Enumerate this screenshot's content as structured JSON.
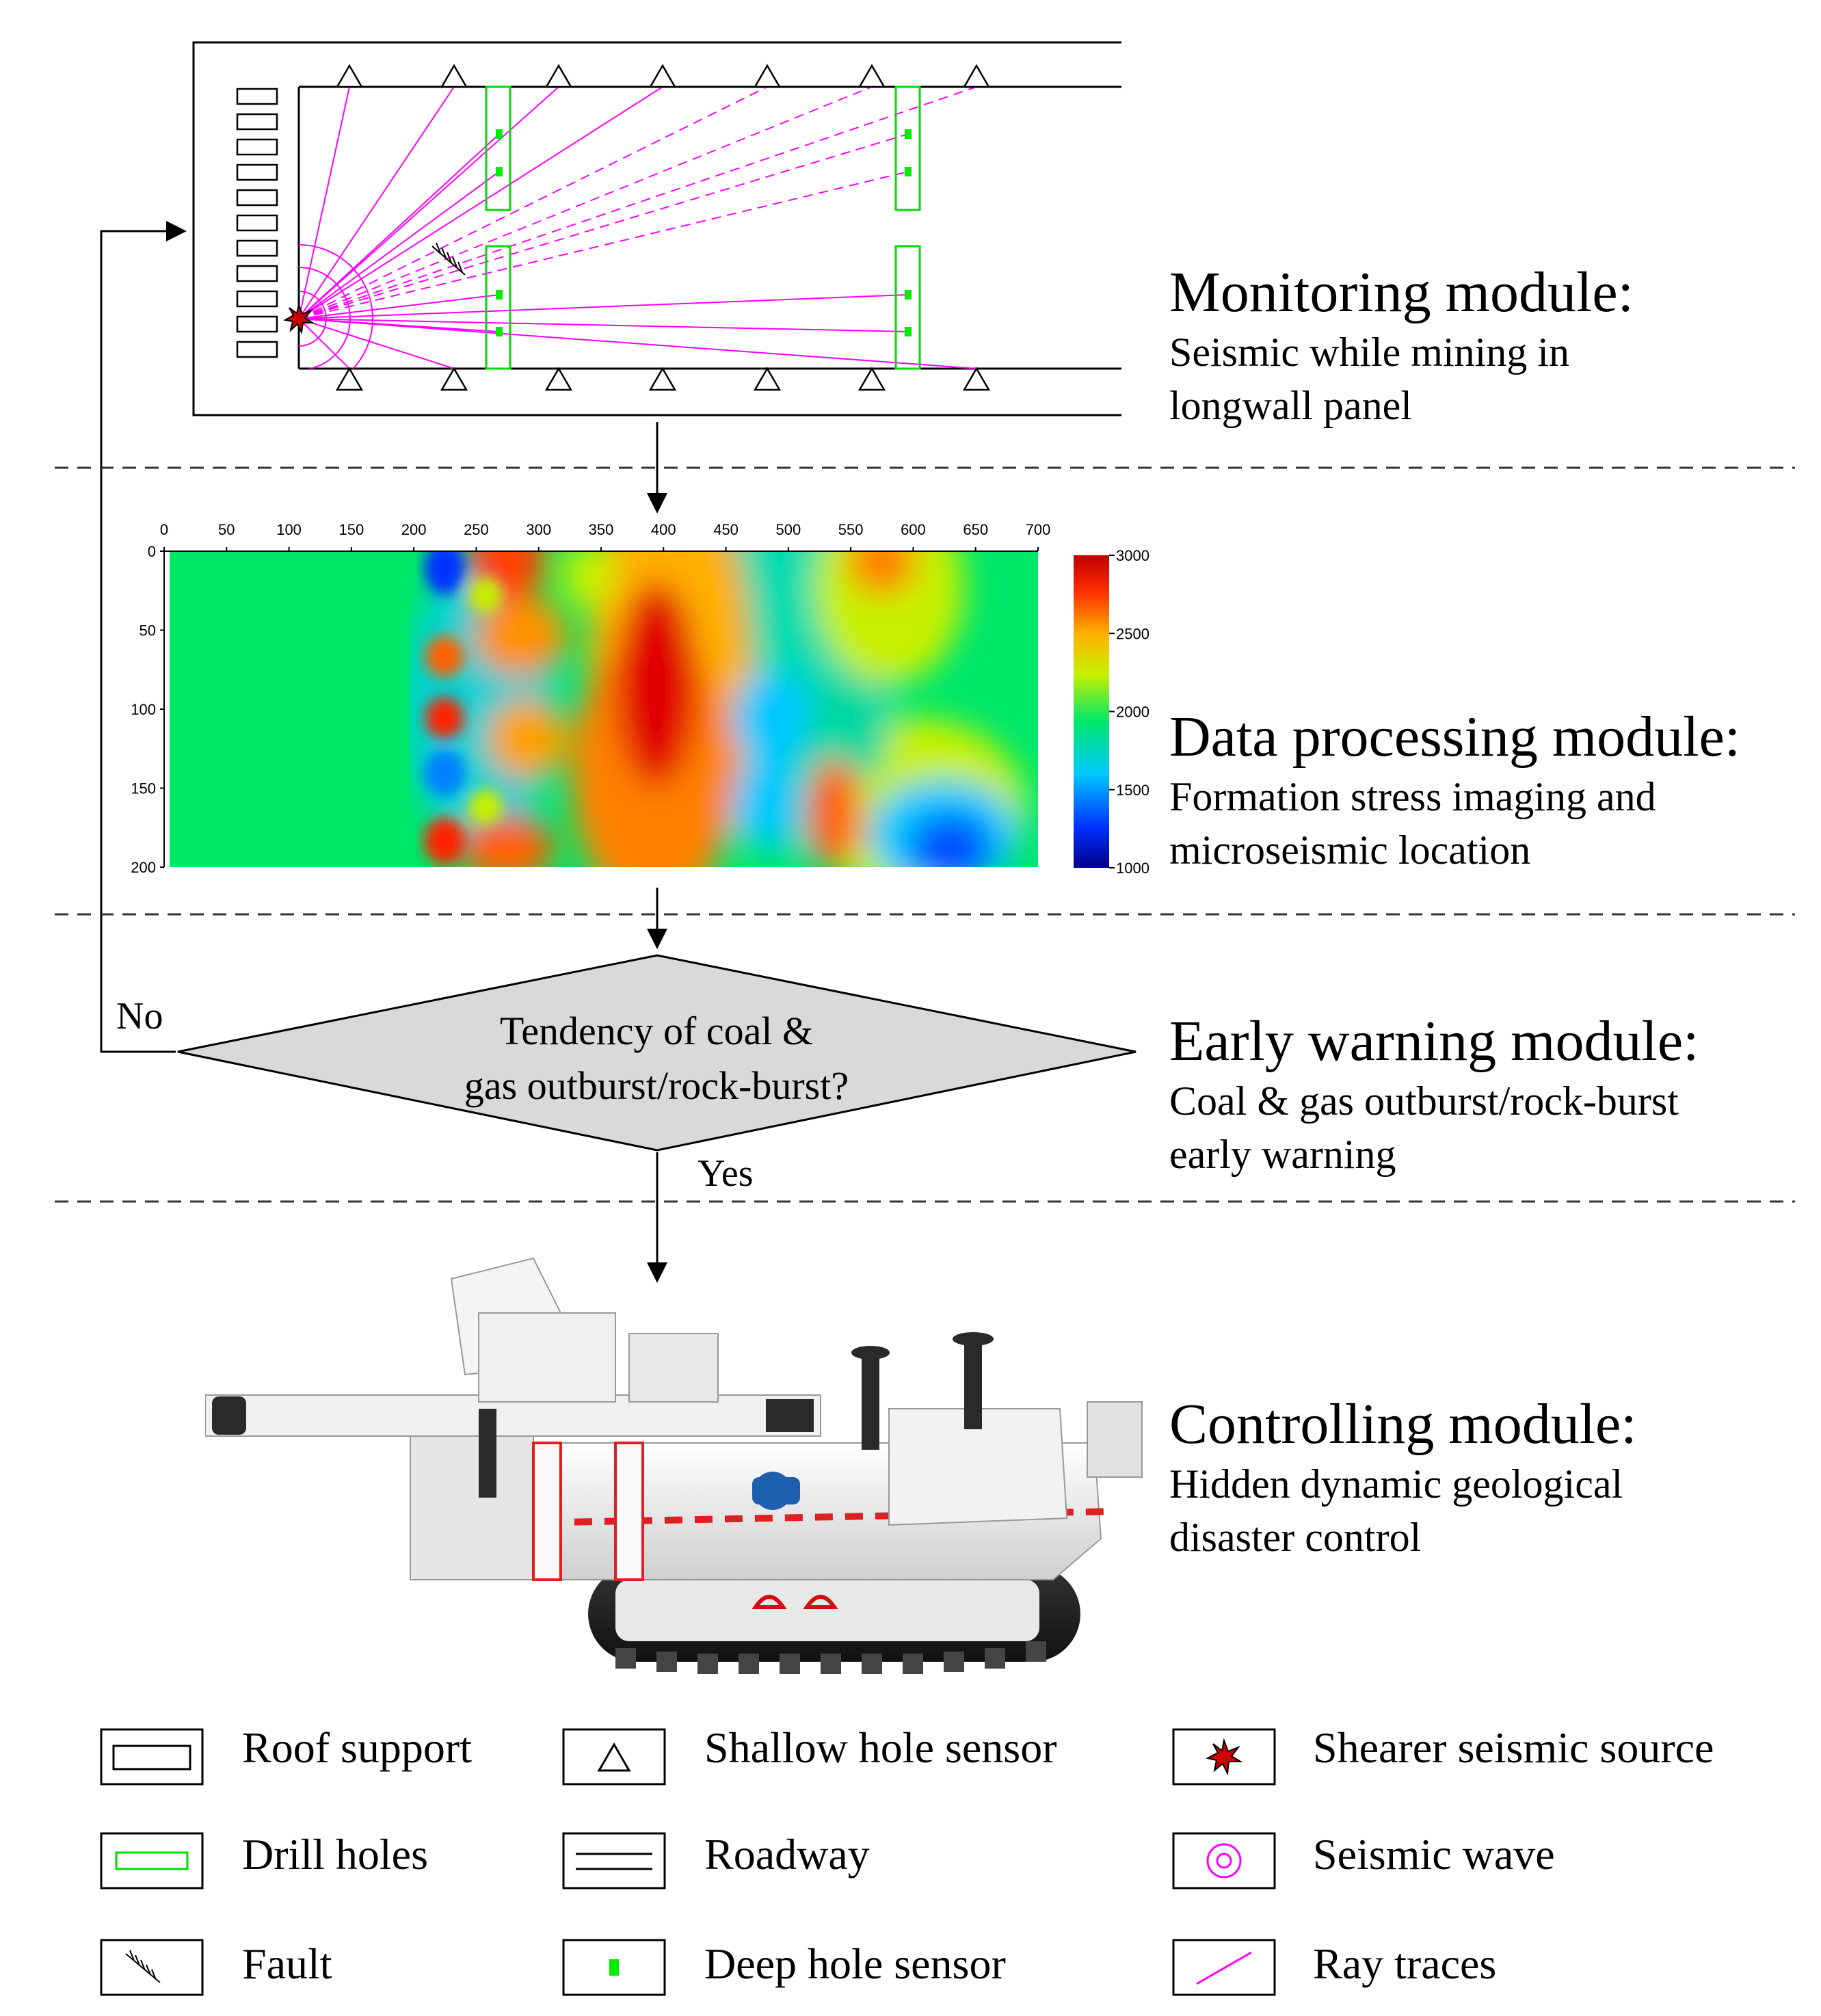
{
  "modules": [
    {
      "title": "Monitoring module:",
      "desc": [
        "Seismic while mining in",
        "longwall panel"
      ]
    },
    {
      "title": "Data processing module:",
      "desc": [
        "Formation stress imaging and",
        "microseismic location"
      ]
    },
    {
      "title": "Early warning module:",
      "desc": [
        "Coal & gas outburst/rock-burst",
        "early warning"
      ]
    },
    {
      "title": "Controlling module:",
      "desc": [
        "Hidden dynamic geological",
        "disaster control"
      ]
    }
  ],
  "decision": {
    "question": [
      "Tendency of coal &",
      "gas outburst/rock-burst?"
    ],
    "no": "No",
    "yes": "Yes"
  },
  "heatmap": {
    "x_ticks": [
      "0",
      "50",
      "100",
      "150",
      "200",
      "250",
      "300",
      "350",
      "400",
      "450",
      "500",
      "550",
      "600",
      "650",
      "700"
    ],
    "y_ticks": [
      "0",
      "50",
      "100",
      "150",
      "200"
    ],
    "colorbar_ticks": [
      "3000",
      "2500",
      "2000",
      "1500",
      "1000"
    ],
    "colorbar_range": [
      1000,
      3000
    ],
    "colors": {
      "low": "#0020c8",
      "mid": "#00e86a",
      "high": "#e00000"
    }
  },
  "legend": [
    {
      "icon": "roof-support-icon",
      "label": "Roof support"
    },
    {
      "icon": "shallow-hole-sensor-icon",
      "label": "Shallow hole sensor"
    },
    {
      "icon": "shearer-seismic-source-icon",
      "label": "Shearer seismic source"
    },
    {
      "icon": "drill-holes-icon",
      "label": "Drill holes"
    },
    {
      "icon": "roadway-icon",
      "label": "Roadway"
    },
    {
      "icon": "seismic-wave-icon",
      "label": "Seismic wave"
    },
    {
      "icon": "fault-icon",
      "label": "Fault"
    },
    {
      "icon": "deep-hole-sensor-icon",
      "label": "Deep hole sensor"
    },
    {
      "icon": "ray-traces-icon",
      "label": "Ray traces"
    }
  ],
  "colors": {
    "ray": "#ff00ff",
    "drill": "#00dd00",
    "source": "#cc0000",
    "diamond": "#d9d9d9",
    "divider": "#333333",
    "deep_sensor": "#00ee00"
  }
}
